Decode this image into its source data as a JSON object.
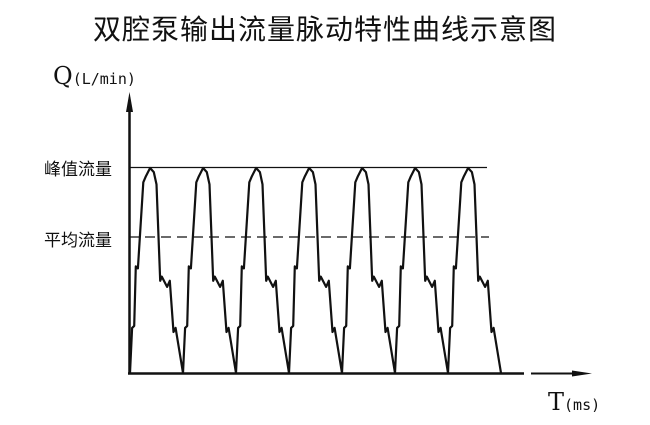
{
  "title": "双腔泵输出流量脉动特性曲线示意图",
  "axes": {
    "y_symbol": "Q",
    "y_unit": "(L/min)",
    "x_symbol": "T",
    "x_unit": "(ms)"
  },
  "levels": {
    "peak_label": "峰值流量",
    "average_label": "平均流量"
  },
  "chart_data": {
    "type": "line",
    "title": "双腔泵输出流量脉动特性曲线示意图",
    "xlabel": "T(ms)",
    "ylabel": "Q(L/min)",
    "pulse_count": 7,
    "reference_lines": [
      {
        "name": "峰值流量",
        "style": "solid",
        "relative_level": 1.0
      },
      {
        "name": "平均流量",
        "style": "dashed",
        "relative_level": 0.66
      }
    ],
    "pulse_profile_relative": {
      "x": [
        0,
        0.04,
        0.08,
        0.11,
        0.15,
        0.25,
        0.3,
        0.38,
        0.45,
        0.5,
        0.57,
        0.6,
        0.7,
        0.75,
        0.82,
        0.86,
        1.0
      ],
      "y": [
        0,
        0.22,
        0.23,
        0.52,
        0.51,
        0.93,
        0.96,
        1.0,
        0.98,
        0.92,
        0.45,
        0.47,
        0.42,
        0.45,
        0.2,
        0.22,
        0
      ],
      "note": "Schematic repeating pulse; no numeric tick values shown"
    },
    "grid": false,
    "legend": null
  }
}
